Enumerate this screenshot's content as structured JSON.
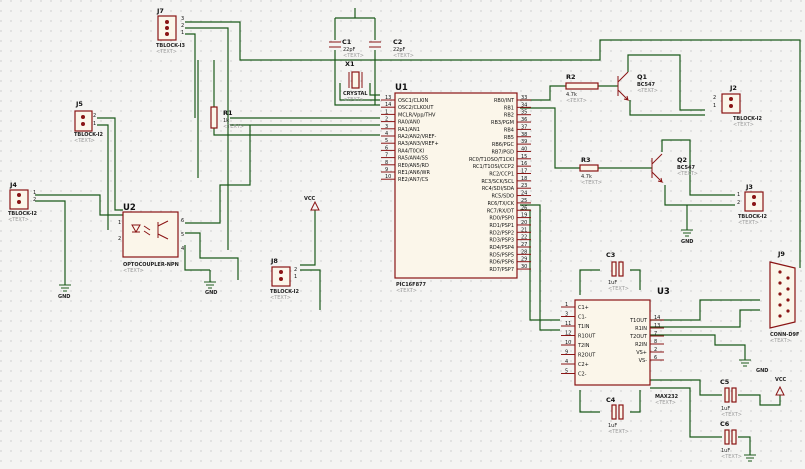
{
  "colors": {
    "wire": "#1b5a1b",
    "component": "#8a1414",
    "fill": "#fbf6ea",
    "background": "#f4f4f2"
  },
  "text_placeholder": "<TEXT>",
  "u1": {
    "ref": "U1",
    "part": "PIC16F877",
    "left_pins": [
      "OSC1/CLKIN",
      "OSC2/CLKOUT",
      "MCLR/Vpp/THV",
      "RA0/AN0",
      "RA1/AN1",
      "RA2/AN2/VREF-",
      "RA3/AN3/VREF+",
      "RA4/T0CKI",
      "RA5/AN4/SS",
      "RE0/AN5/RD",
      "RE1/AN6/WR",
      "RE2/AN7/CS"
    ],
    "left_nums": [
      "13",
      "14",
      "1",
      "2",
      "3",
      "4",
      "5",
      "6",
      "7",
      "8",
      "9",
      "10"
    ],
    "right_pins": [
      "RB0/INT",
      "RB1",
      "RB2",
      "RB3/PGM",
      "RB4",
      "RB5",
      "RB6/PGC",
      "RB7/PGD",
      "RC0/T1OSO/T1CKI",
      "RC1/T1OSI/CCP2",
      "RC2/CCP1",
      "RC3/SCK/SCL",
      "RC4/SDI/SDA",
      "RC5/SDO",
      "RC6/TX/CK",
      "RC7/RX/DT",
      "RD0/PSP0",
      "RD1/PSP1",
      "RD2/PSP2",
      "RD3/PSP3",
      "RD4/PSP4",
      "RD5/PSP5",
      "RD6/PSP6",
      "RD7/PSP7"
    ],
    "right_nums": [
      "33",
      "34",
      "35",
      "36",
      "37",
      "38",
      "39",
      "40",
      "15",
      "16",
      "17",
      "18",
      "23",
      "24",
      "25",
      "26",
      "19",
      "20",
      "21",
      "22",
      "27",
      "28",
      "29",
      "30"
    ]
  },
  "u2": {
    "ref": "U2",
    "part": "OPTOCOUPLER-NPN",
    "pins": [
      "1",
      "2",
      "4",
      "5",
      "6"
    ]
  },
  "u3": {
    "ref": "U3",
    "part": "MAX232",
    "left_pins": [
      "C1+",
      "C1-",
      "T1IN",
      "R1OUT",
      "T2IN",
      "R2OUT",
      "C2+",
      "C2-"
    ],
    "left_nums": [
      "1",
      "3",
      "11",
      "12",
      "10",
      "9",
      "4",
      "5"
    ],
    "right_pins": [
      "T1OUT",
      "R1IN",
      "T2OUT",
      "R2IN",
      "VS+",
      "VS-"
    ],
    "right_nums": [
      "14",
      "13",
      "7",
      "8",
      "2",
      "6"
    ]
  },
  "c1": {
    "ref": "C1",
    "value": "22pF"
  },
  "c2": {
    "ref": "C2",
    "value": "22pF"
  },
  "c3": {
    "ref": "C3",
    "value": "1uF"
  },
  "c4": {
    "ref": "C4",
    "value": "1uF"
  },
  "c5": {
    "ref": "C5",
    "value": "1uF"
  },
  "c6": {
    "ref": "C6",
    "value": "1uF"
  },
  "x1": {
    "ref": "X1",
    "part": "CRYSTAL"
  },
  "r1": {
    "ref": "R1",
    "value": "1k"
  },
  "r2": {
    "ref": "R2",
    "value": "4.7k"
  },
  "r3": {
    "ref": "R3",
    "value": "4.7k"
  },
  "q1": {
    "ref": "Q1",
    "part": "BC547"
  },
  "q2": {
    "ref": "Q2",
    "part": "BC547"
  },
  "j2": {
    "ref": "J2",
    "part": "TBLOCK-I2"
  },
  "j3": {
    "ref": "J3",
    "part": "TBLOCK-I2"
  },
  "j4": {
    "ref": "J4",
    "part": "TBLOCK-I2"
  },
  "j5": {
    "ref": "J5",
    "part": "TBLOCK-I2"
  },
  "j7": {
    "ref": "J7",
    "part": "TBLOCK-I3"
  },
  "j8": {
    "ref": "J8",
    "part": "TBLOCK-I2"
  },
  "j9": {
    "ref": "J9",
    "part": "CONN-D9F"
  },
  "power": {
    "vcc": "VCC",
    "gnd": "GND"
  }
}
